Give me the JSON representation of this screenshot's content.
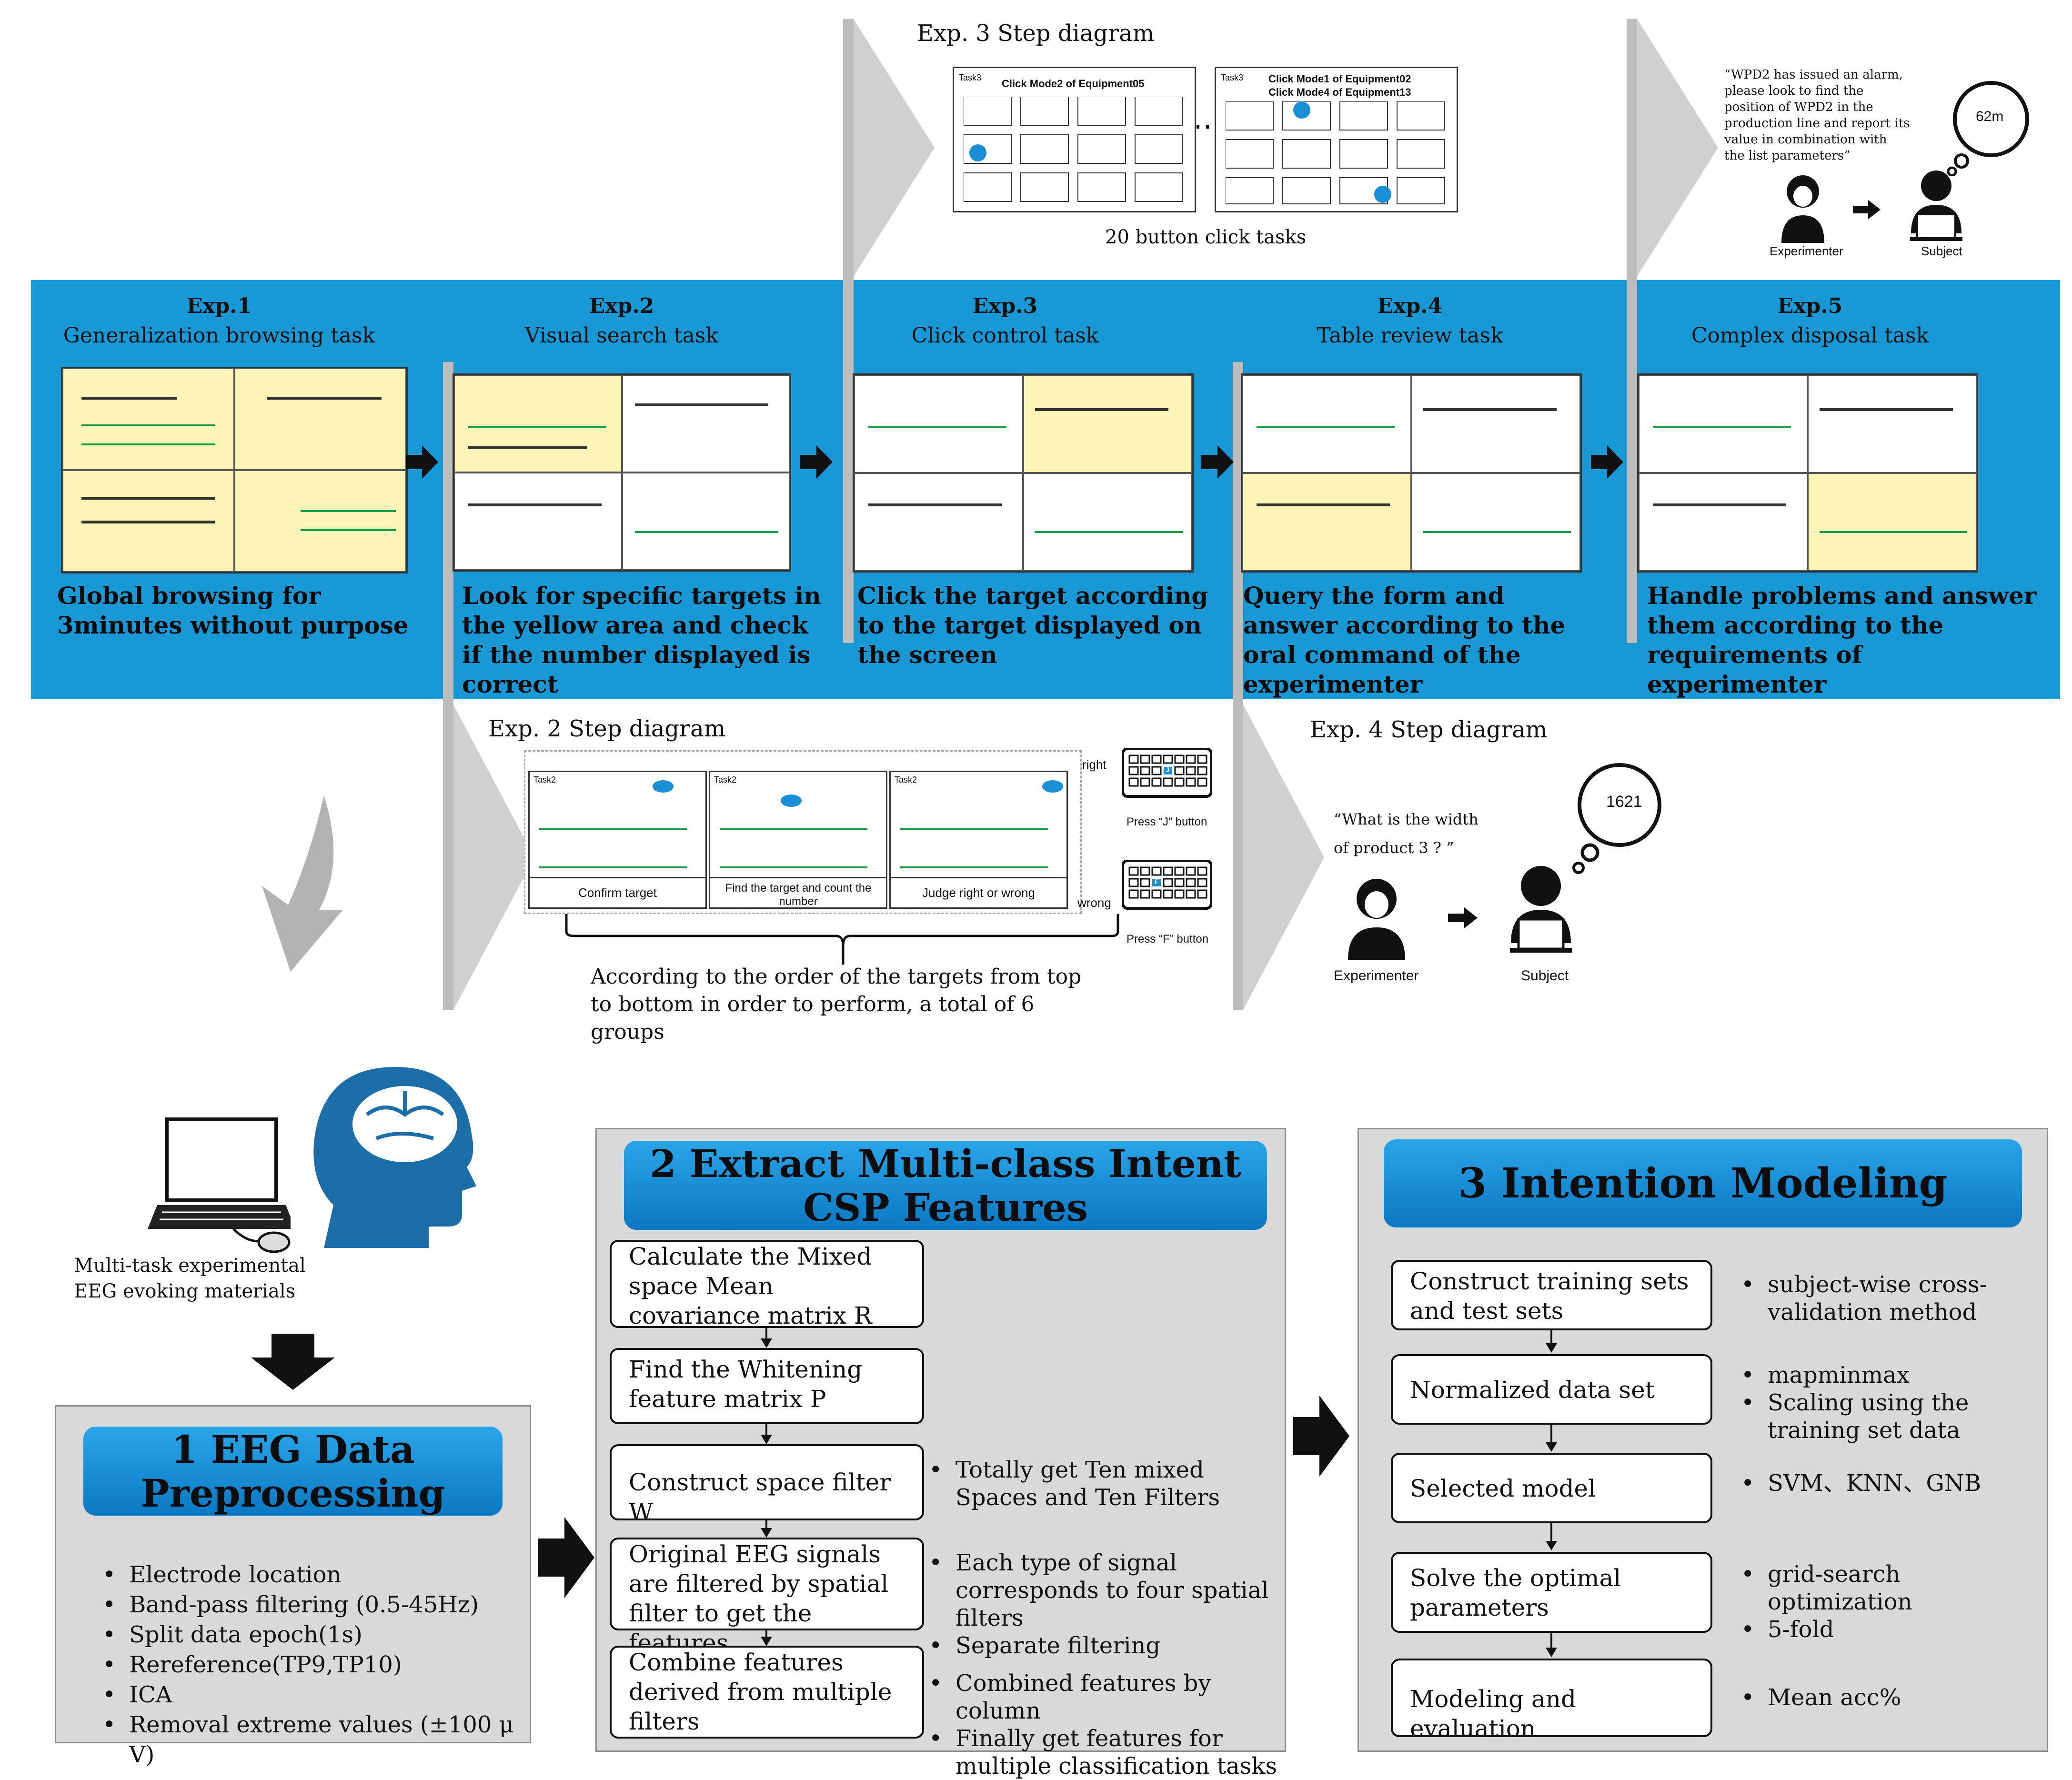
{
  "top_step3": {
    "title": "Exp. 3 Step diagram",
    "caption": "20 button click tasks",
    "task_label": "Task3",
    "left_card": "Click Mode2 of Equipment05",
    "right_card_1": "Click Mode1 of Equipment02",
    "right_card_2": "Click Mode4 of Equipment13"
  },
  "top_step5": {
    "quote": "“WPD2 has issued an alarm, please look to find the position of WPD2 in the production line and report its value in combination with the list parameters”",
    "bubble": "62m",
    "experimenter": "Experimenter",
    "subject": "Subject"
  },
  "experiments": [
    {
      "num": "Exp.1",
      "name": "Generalization browsing task",
      "desc": "Global browsing for 3minutes without purpose"
    },
    {
      "num": "Exp.2",
      "name": "Visual search task",
      "desc": "Look for specific targets in the yellow area and check if the number displayed is correct"
    },
    {
      "num": "Exp.3",
      "name": "Click control task",
      "desc": "Click the target according to the target displayed on the screen"
    },
    {
      "num": "Exp.4",
      "name": "Table review task",
      "desc": "Query the form and answer according to the oral command of the experimenter"
    },
    {
      "num": "Exp.5",
      "name": "Complex disposal task",
      "desc": "Handle problems and answer them according to the requirements of  experimenter"
    }
  ],
  "step2": {
    "title": "Exp. 2 Step diagram",
    "task_label": "Task2",
    "frames": [
      "Confirm target",
      "Find the target and count the number",
      "Judge right or wrong"
    ],
    "right": "right",
    "wrong": "wrong",
    "press_j": "Press “J” button",
    "press_f": "Press “F” button",
    "key_j": "J",
    "key_f": "F",
    "caption": "According to the order of the targets from top to bottom in order to perform, a total of 6 groups"
  },
  "step4": {
    "title": "Exp. 4 Step diagram",
    "quote": "“What is the width of product 3 ? ”",
    "bubble": "1621",
    "experimenter": "Experimenter",
    "subject": "Subject"
  },
  "materials_label": "Multi-task experimental EEG evoking materials",
  "panel1": {
    "title_line1": "1  EEG Data",
    "title_line2": "Preprocessing",
    "items": [
      "Electrode location",
      "Band-pass filtering  (0.5-45Hz)",
      "Split data epoch(1s)",
      "Rereference(TP9,TP10)",
      "ICA",
      "Removal extreme values (±100 μ V)"
    ]
  },
  "panel2": {
    "title_line1": "2  Extract Multi-class Intent",
    "title_line2": "CSP Features",
    "steps": [
      "Calculate the Mixed space Mean covariance matrix R",
      "Find the Whitening feature matrix P",
      "Construct space filter W",
      "Original EEG signals are filtered by spatial filter to get the features",
      "Combine features derived from multiple filters"
    ],
    "notes3": [
      "Totally get Ten mixed Spaces and Ten Filters"
    ],
    "notes4": [
      "Each type of signal corresponds to four spatial filters",
      "Separate filtering"
    ],
    "notes5": [
      "Combined features by column",
      "Finally get features for multiple classification tasks"
    ]
  },
  "panel3": {
    "title": "3 Intention Modeling",
    "steps": [
      "Construct training sets and test sets",
      "Normalized data set",
      "Selected model",
      "Solve the optimal parameters",
      "Modeling and evaluation"
    ],
    "notes1": [
      "subject-wise cross-validation method"
    ],
    "notes2": [
      "mapminmax",
      "Scaling using the training set data"
    ],
    "notes3": [
      "SVM、KNN、GNB"
    ],
    "notes4": [
      "grid-search optimization",
      "5-fold"
    ],
    "notes5": [
      "Mean acc%"
    ]
  },
  "colors": {
    "band": "#1899d6",
    "yellow": "#fdf5b8",
    "panel": "#d9d9d9",
    "head": "#1a8fd6"
  }
}
